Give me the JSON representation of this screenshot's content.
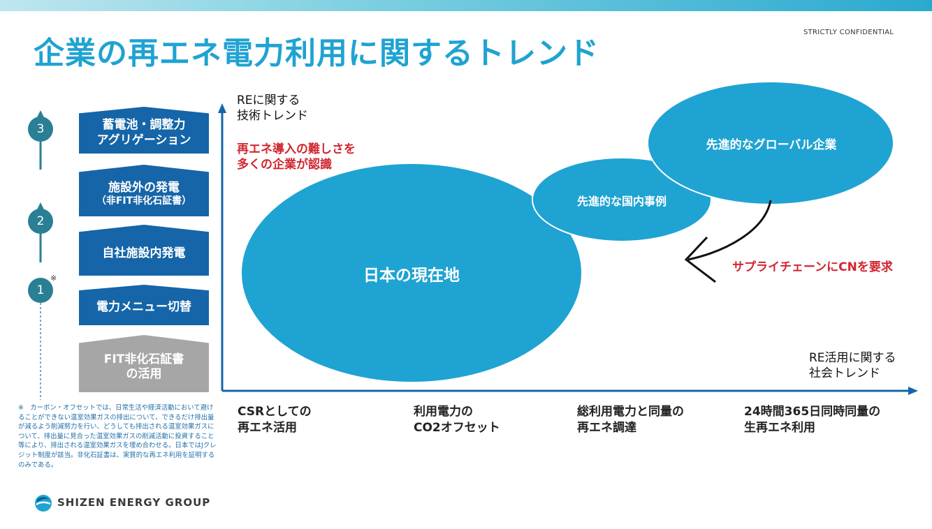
{
  "header": {
    "title": "企業の再エネ電力利用に関するトレンド",
    "confidential": "STRICTLY CONFIDENTIAL"
  },
  "steps": [
    {
      "lines": [
        "蓄電池・調整力",
        "アグリゲーション"
      ],
      "color": "#1565a8"
    },
    {
      "lines": [
        "施設外の発電",
        "（非FIT非化石証書）"
      ],
      "color": "#1565a8"
    },
    {
      "lines": [
        "自社施設内発電"
      ],
      "color": "#1565a8"
    },
    {
      "lines": [
        "電力メニュー切替"
      ],
      "color": "#1565a8"
    },
    {
      "lines": [
        "FIT非化石証書",
        "の活用"
      ],
      "color": "#a6a6a6"
    }
  ],
  "stages": [
    "3",
    "2",
    "1"
  ],
  "stage_note_mark": "※",
  "footnote": "※　カーボン・オフセットでは、日常生活や経済活動において避けることができない温室効果ガスの排出について、できるだけ排出量が減るよう削減努力を行い、どうしても排出される温室効果ガスについて、排出量に見合った温室効果ガスの削減活動に投資すること等により、排出される温室効果ガスを埋め合わせる。日本ではJクレジット制度が該当。非化石証書は、実質的な再エネ利用を証明するのみである。",
  "chart": {
    "y_axis_label": [
      "REに関する",
      "技術トレンド"
    ],
    "x_axis_label": [
      "RE活用に関する",
      "社会トレンド"
    ],
    "red_note": [
      "再エネ導入の難しさを",
      "多くの企業が認識"
    ],
    "bubbles": {
      "japan": "日本の現在地",
      "domestic": "先進的な国内事例",
      "global": "先進的なグローバル企業"
    },
    "arrow_label": "サプライチェーンにCNを要求",
    "x_categories": [
      [
        "CSRとしての",
        "再エネ活用"
      ],
      [
        "利用電力の",
        "CO2オフセット"
      ],
      [
        "総利用電力と同量の",
        "再エネ調達"
      ],
      [
        "24時間365日同時同量の",
        "生再エネ利用"
      ]
    ],
    "colors": {
      "axis": "#1565a8",
      "bubble": "#1fa3d2",
      "red": "#d22630"
    }
  },
  "footer": {
    "logo_text": "SHIZEN ENERGY GROUP"
  }
}
